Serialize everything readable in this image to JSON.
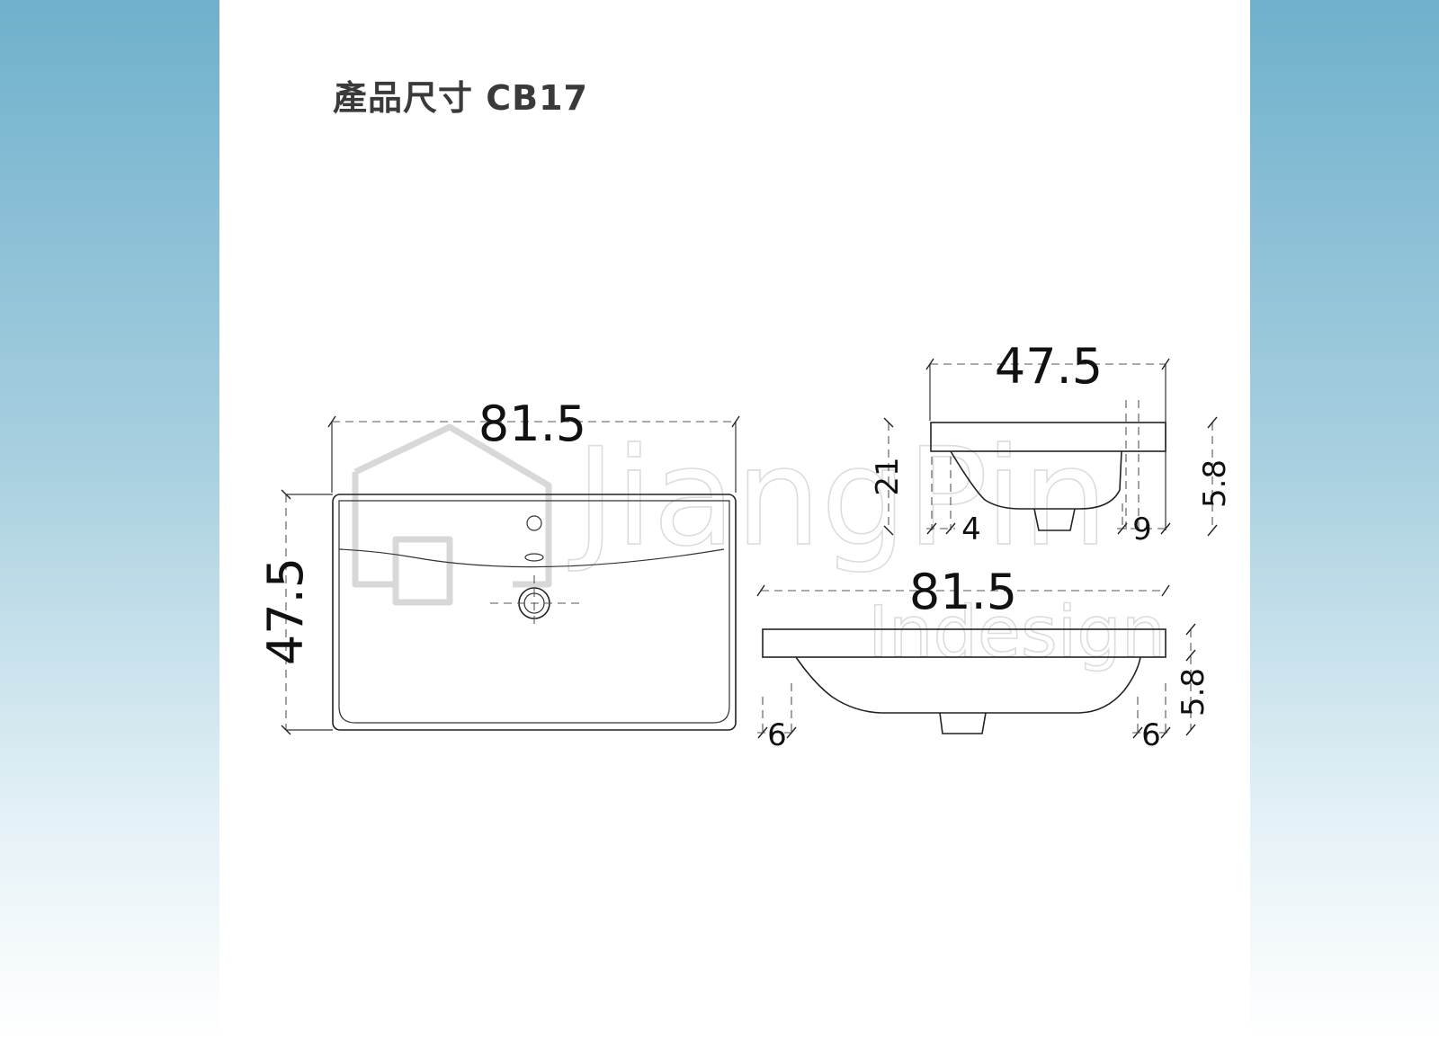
{
  "title": "產品尺寸 CB17",
  "watermark": {
    "line1": "JiangPin",
    "line2": "Indesign",
    "icon": "house-logo-icon"
  },
  "top_view": {
    "width_label": "81.5",
    "depth_label": "47.5"
  },
  "side_view": {
    "width_label": "47.5",
    "height_label": "21",
    "rim_label": "5.8",
    "back_offset_label": "4",
    "front_offset_label": "9"
  },
  "front_view": {
    "width_label": "81.5",
    "rim_label": "5.8",
    "left_offset_label": "6",
    "right_offset_label": "6"
  },
  "colors": {
    "background_top": "#6fb0cc",
    "panel": "#ffffff",
    "line": "#222222",
    "text": "#111111"
  }
}
